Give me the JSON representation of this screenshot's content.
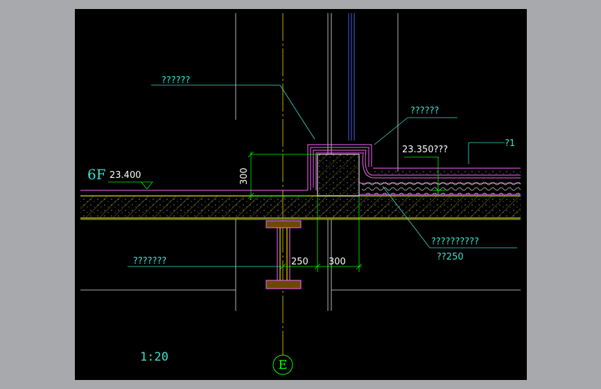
{
  "colors": {
    "background": "#a7a9ac",
    "canvas": "#000000",
    "grid_line": "#ffffff",
    "axis_line": "#c8b400",
    "dimension": "#00ff00",
    "leader": "#40e0d0",
    "membrane": "#ff66ff",
    "slab_hatch": "#bdbd00",
    "text_cyan": "#40e0d0",
    "text_white": "#ffffff"
  },
  "labels": {
    "floor": "6F",
    "floor_level": "23.400",
    "roof_level": "23.350???",
    "curb_callout": "??????",
    "roof_callout": "??????",
    "top_right_callout": "?1",
    "membrane_callout": "??????????",
    "membrane_callout_sub": "??250",
    "beam_callout": "???????",
    "scale": "1:20",
    "axis_bubble": "E"
  },
  "dimensions": {
    "curb_height": "300",
    "beam_offset": "250",
    "curb_width": "300"
  }
}
